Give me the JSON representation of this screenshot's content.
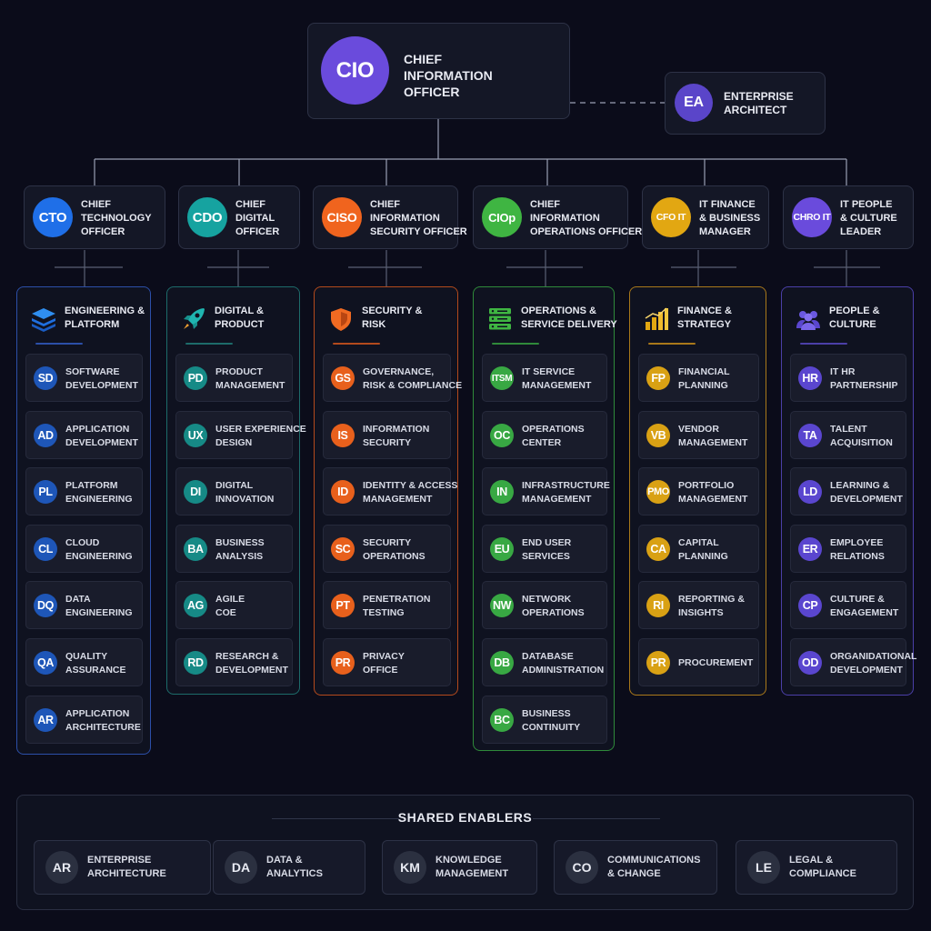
{
  "cio": {
    "badge": "CIO",
    "line1": "CHIEF",
    "line2": "INFORMATION",
    "line3": "OFFICER",
    "color": "#6a4bdc"
  },
  "ea": {
    "badge": "EA",
    "line1": "ENTERPRISE",
    "line2": "ARCHITECT",
    "color": "#5a45c9"
  },
  "executives": [
    {
      "badge": "CTO",
      "line1": "CHIEF",
      "line2": "TECHNOLOGY",
      "line3": "OFFICER",
      "color": "#1f6fe8"
    },
    {
      "badge": "CDO",
      "line1": "CHIEF",
      "line2": "DIGITAL",
      "line3": "OFFICER",
      "color": "#16a3a0"
    },
    {
      "badge": "CISO",
      "line1": "CHIEF",
      "line2": "INFORMATION",
      "line3": "SECURITY OFFICER",
      "color": "#f0641e"
    },
    {
      "badge": "CIOp",
      "line1": "CHIEF",
      "line2": "INFORMATION",
      "line3": "OPERATIONS OFFICER",
      "color": "#3fb542"
    },
    {
      "badge": "CFO IT",
      "line1": "IT FINANCE",
      "line2": "& BUSINESS",
      "line3": "MANAGER",
      "color": "#e2a712"
    },
    {
      "badge": "CHRO IT",
      "line1": "IT PEOPLE",
      "line2": "& CULTURE",
      "line3": "LEADER",
      "color": "#6a4bdc"
    }
  ],
  "departments": [
    {
      "icon": "layers-icon",
      "title1": "ENGINEERING &",
      "title2": "PLATFORM",
      "border": "#2c4fa8",
      "badge_color": "#1e56b8",
      "items": [
        {
          "badge": "SD",
          "line1": "SOFTWARE",
          "line2": "DEVELOPMENT"
        },
        {
          "badge": "AD",
          "line1": "APPLICATION",
          "line2": "DEVELOPMENT"
        },
        {
          "badge": "PL",
          "line1": "PLATFORM",
          "line2": "ENGINEERING"
        },
        {
          "badge": "CL",
          "line1": "CLOUD",
          "line2": "ENGINEERING"
        },
        {
          "badge": "DQ",
          "line1": "DATA",
          "line2": "ENGINEERING"
        },
        {
          "badge": "QA",
          "line1": "QUALITY",
          "line2": "ASSURANCE"
        },
        {
          "badge": "AR",
          "line1": "APPLICATION",
          "line2": "ARCHITECTURE"
        }
      ]
    },
    {
      "icon": "rocket-icon",
      "title1": "DIGITAL &",
      "title2": "PRODUCT",
      "border": "#1d6b6a",
      "badge_color": "#168a86",
      "items": [
        {
          "badge": "PD",
          "line1": "PRODUCT",
          "line2": "MANAGEMENT"
        },
        {
          "badge": "UX",
          "line1": "USER EXPERIENCE",
          "line2": "DESIGN"
        },
        {
          "badge": "DI",
          "line1": "DIGITAL",
          "line2": "INNOVATION"
        },
        {
          "badge": "BA",
          "line1": "BUSINESS",
          "line2": "ANALYSIS"
        },
        {
          "badge": "AG",
          "line1": "AGILE",
          "line2": "COE"
        },
        {
          "badge": "RD",
          "line1": "RESEARCH &",
          "line2": "DEVELOPMENT"
        }
      ]
    },
    {
      "icon": "shield-icon",
      "title1": "SECURITY &",
      "title2": "RISK",
      "border": "#b34a1c",
      "badge_color": "#e8601c",
      "items": [
        {
          "badge": "GS",
          "line1": "GOVERNANCE,",
          "line2": "RISK & COMPLIANCE"
        },
        {
          "badge": "IS",
          "line1": "INFORMATION",
          "line2": "SECURITY"
        },
        {
          "badge": "ID",
          "line1": "IDENTITY & ACCESS",
          "line2": "MANAGEMENT"
        },
        {
          "badge": "SC",
          "line1": "SECURITY",
          "line2": "OPERATIONS"
        },
        {
          "badge": "PT",
          "line1": "PENETRATION",
          "line2": "TESTING"
        },
        {
          "badge": "PR",
          "line1": "PRIVACY",
          "line2": "OFFICE"
        }
      ]
    },
    {
      "icon": "server-icon",
      "title1": "OPERATIONS &",
      "title2": "SERVICE DELIVERY",
      "border": "#2f8a3a",
      "badge_color": "#38a843",
      "items": [
        {
          "badge": "ITSM",
          "line1": "IT SERVICE",
          "line2": "MANAGEMENT"
        },
        {
          "badge": "OC",
          "line1": "OPERATIONS",
          "line2": "CENTER"
        },
        {
          "badge": "IN",
          "line1": "INFRASTRUCTURE",
          "line2": "MANAGEMENT"
        },
        {
          "badge": "EU",
          "line1": "END USER",
          "line2": "SERVICES"
        },
        {
          "badge": "NW",
          "line1": "NETWORK",
          "line2": "OPERATIONS"
        },
        {
          "badge": "DB",
          "line1": "DATABASE",
          "line2": "ADMINISTRATION"
        },
        {
          "badge": "BC",
          "line1": "BUSINESS",
          "line2": "CONTINUITY"
        }
      ]
    },
    {
      "icon": "bar-chart-icon",
      "title1": "FINANCE &",
      "title2": "STRATEGY",
      "border": "#a9781a",
      "badge_color": "#d9a114",
      "items": [
        {
          "badge": "FP",
          "line1": "FINANCIAL",
          "line2": "PLANNING"
        },
        {
          "badge": "VB",
          "line1": "VENDOR",
          "line2": "MANAGEMENT"
        },
        {
          "badge": "PMO",
          "line1": "PORTFOLIO",
          "line2": "MANAGEMENT"
        },
        {
          "badge": "CA",
          "line1": "CAPITAL",
          "line2": "PLANNING"
        },
        {
          "badge": "RI",
          "line1": "REPORTING &",
          "line2": "INSIGHTS"
        },
        {
          "badge": "PR",
          "line1": "PROCUREMENT",
          "line2": ""
        }
      ]
    },
    {
      "icon": "people-icon",
      "title1": "PEOPLE &",
      "title2": "CULTURE",
      "border": "#4b3fa8",
      "badge_color": "#5a46cf",
      "items": [
        {
          "badge": "HR",
          "line1": "IT HR",
          "line2": "PARTNERSHIP"
        },
        {
          "badge": "TA",
          "line1": "TALENT",
          "line2": "ACQUISITION"
        },
        {
          "badge": "LD",
          "line1": "LEARNING &",
          "line2": "DEVELOPMENT"
        },
        {
          "badge": "ER",
          "line1": "EMPLOYEE",
          "line2": "RELATIONS"
        },
        {
          "badge": "CP",
          "line1": "CULTURE &",
          "line2": "ENGAGEMENT"
        },
        {
          "badge": "OD",
          "line1": "ORGANIDATIONAL",
          "line2": "DEVELOPMENT"
        }
      ]
    }
  ],
  "enablers": {
    "title": "SHARED ENABLERS",
    "items": [
      {
        "badge": "AR",
        "line1": "ENTERPRISE",
        "line2": "ARCHITECTURE"
      },
      {
        "badge": "DA",
        "line1": "DATA &",
        "line2": "ANALYTICS"
      },
      {
        "badge": "KM",
        "line1": "KNOWLEDGE",
        "line2": "MANAGEMENT"
      },
      {
        "badge": "CO",
        "line1": "COMMUNICATIONS",
        "line2": "& CHANGE"
      },
      {
        "badge": "LE",
        "line1": "LEGAL &",
        "line2": "COMPLIANCE"
      }
    ]
  }
}
